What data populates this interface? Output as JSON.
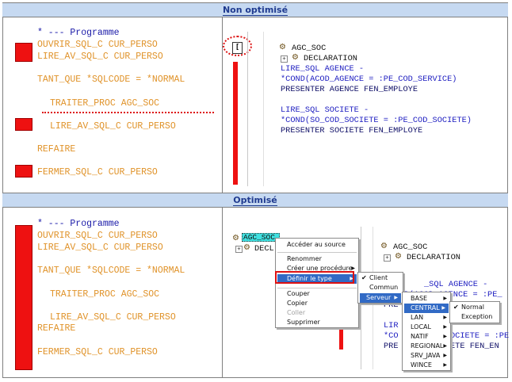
{
  "headers": {
    "top": "Non optimisé",
    "bottom": "Optimisé"
  },
  "top_left": {
    "lines": [
      {
        "text": "* --- Programme",
        "color": "blue"
      },
      {
        "text": "OUVRIR_SQL_C CUR_PERSO",
        "color": "orange"
      },
      {
        "text": "LIRE_AV_SQL_C CUR_PERSO",
        "color": "orange"
      },
      {
        "text": "TANT_QUE *SQLCODE = *NORMAL",
        "color": "orange"
      },
      {
        "text": "TRAITER_PROC AGC_SOC",
        "color": "orange"
      },
      {
        "text": "LIRE_AV_SQL_C CUR_PERSO",
        "color": "orange"
      },
      {
        "text": "REFAIRE",
        "color": "orange"
      },
      {
        "text": "FERMER_SQL_C CUR_PERSO",
        "color": "orange"
      }
    ]
  },
  "top_right": {
    "bracket_icon": "[",
    "tree_root": "AGC_SOC",
    "tree_child": "DECLARATION",
    "code": [
      {
        "text": "LIRE_SQL AGENCE -",
        "color": "blue"
      },
      {
        "text": "*COND(ACOD_AGENCE = :PE_COD_SERVICE)",
        "color": "blue"
      },
      {
        "text": "PRESENTER AGENCE FEN_EMPLOYE",
        "color": "navy"
      },
      {
        "text": "LIRE_SQL SOCIETE -",
        "color": "blue"
      },
      {
        "text": "*COND(SO_COD_SOCIETE = :PE_COD_SOCIETE)",
        "color": "blue"
      },
      {
        "text": "PRESENTER SOCIETE FEN_EMPLOYE",
        "color": "navy"
      }
    ]
  },
  "bottom_left": {
    "lines": [
      {
        "text": "* --- Programme",
        "color": "blue"
      },
      {
        "text": "OUVRIR_SQL_C CUR_PERSO",
        "color": "orange"
      },
      {
        "text": "LIRE_AV_SQL_C CUR_PERSO",
        "color": "orange"
      },
      {
        "text": "TANT_QUE *SQLCODE = *NORMAL",
        "color": "orange"
      },
      {
        "text": "TRAITER_PROC AGC_SOC",
        "color": "orange"
      },
      {
        "text": "LIRE_AV_SQL_C CUR_PERSO",
        "color": "orange"
      },
      {
        "text": "REFAIRE",
        "color": "orange"
      },
      {
        "text": "FERMER_SQL_C CUR_PERSO",
        "color": "orange"
      }
    ]
  },
  "bottom_right": {
    "tree_selected": "AGC_SOC",
    "tree_decl_truncated": "DECL",
    "tree_root": "AGC_SOC",
    "tree_child": "DECLARATION",
    "code_fragments": {
      "l1": "_SQL AGENCE -",
      "l2": "D(ACOD_AGENCE = :PE_",
      "l3": "PRE",
      "l4": "LIR",
      "l5": "*CO",
      "l5b": "OCIETE = :PE",
      "l6": "PRE",
      "l6b": "ETE FEN_EN"
    },
    "context_menu": {
      "items": [
        "Accéder au source",
        "Renommer",
        "Créer une procédure",
        "Définir le type",
        "Couper",
        "Copier",
        "Coller",
        "Supprimer"
      ]
    },
    "type_menu": {
      "items": [
        "Client",
        "Commun",
        "Serveur"
      ],
      "checked": "Client"
    },
    "server_menu": {
      "items": [
        "BASE",
        "CENTRAL",
        "LAN",
        "LOCAL",
        "NATIF",
        "REGIONAL",
        "SRV_JAVA",
        "WINCE"
      ],
      "selected": "CENTRAL"
    },
    "central_menu": {
      "items": [
        "Normal",
        "Exception"
      ],
      "checked": "Normal"
    }
  },
  "colors": {
    "accent_red": "#ee1111",
    "header_bg": "#c6d9f1",
    "code_orange": "#e0932a",
    "code_blue": "#1a1aa8",
    "menu_highlight": "#316ac5"
  }
}
